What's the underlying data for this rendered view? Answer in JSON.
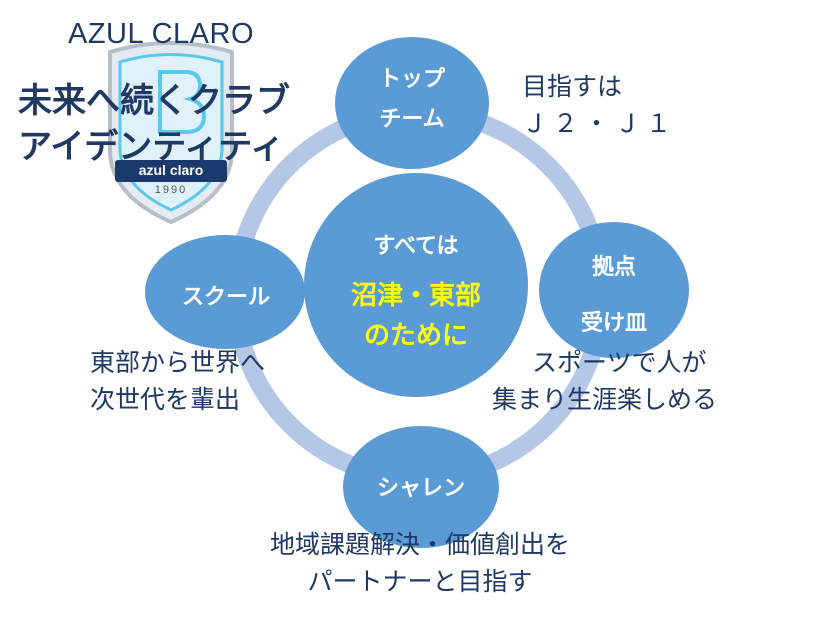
{
  "brand": "AZUL CLARO",
  "logo": {
    "text": "azul claro",
    "year": "1990",
    "initial": "B"
  },
  "title": [
    "未来へ続くクラブ",
    "アイデンティティ"
  ],
  "center": {
    "top": "すべては",
    "main": [
      "沼津・東部",
      "のために"
    ]
  },
  "nodes": {
    "top": [
      "トップ",
      "チーム"
    ],
    "right": [
      "拠点",
      "受け皿"
    ],
    "bottom": "シャレン",
    "left": "スクール"
  },
  "notes": {
    "top": [
      "目指すは",
      "Ｊ２・Ｊ１"
    ],
    "left": [
      "東部から世界へ",
      "次世代を輩出"
    ],
    "right": [
      "スポーツで人が",
      "集まり生涯楽しめる"
    ],
    "bottom": [
      "地域課題解決・価値創出を",
      "パートナーと目指す"
    ]
  },
  "colors": {
    "node": "#5b9bd5",
    "ring": "#b4c7e7",
    "text_dark": "#1f3864",
    "center_highlight": "#ffff00"
  }
}
